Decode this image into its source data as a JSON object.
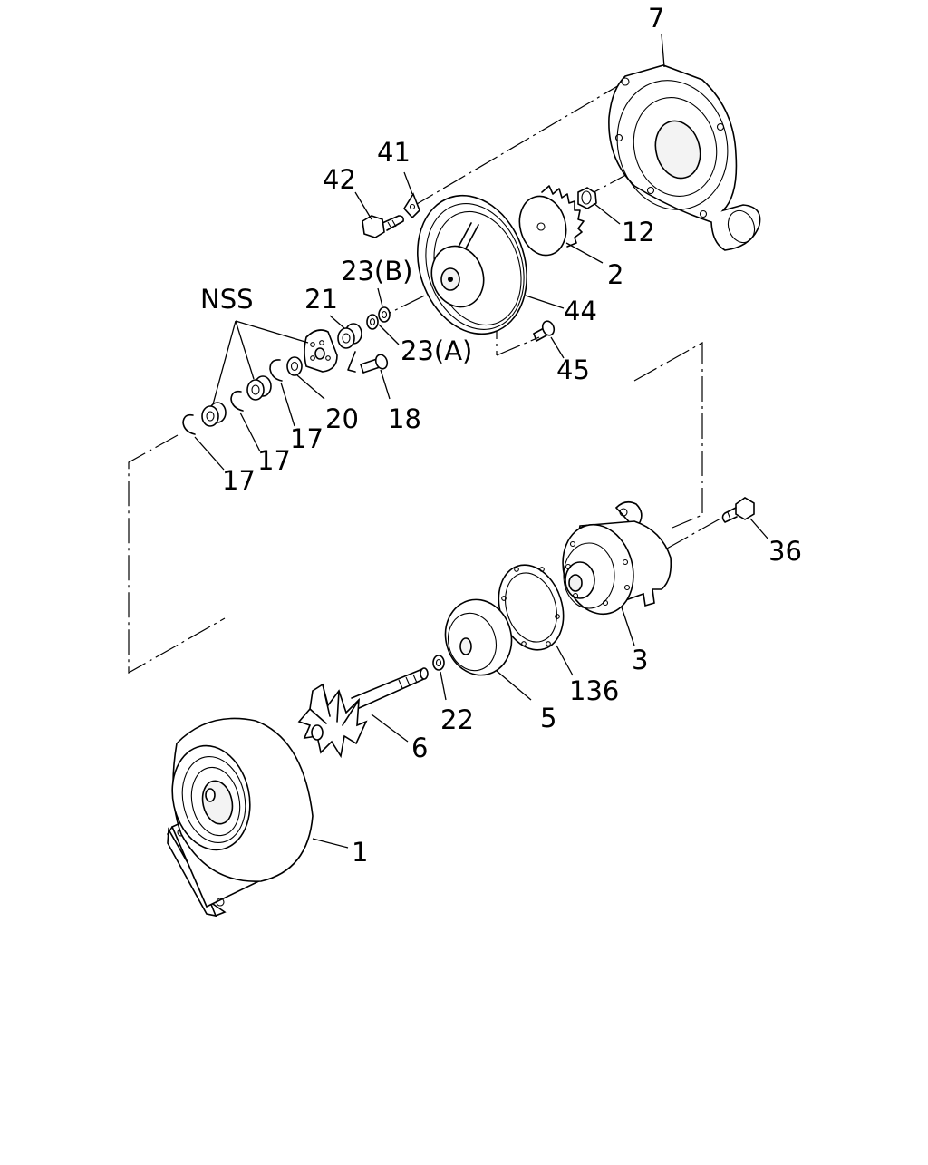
{
  "diagram": {
    "callouts": {
      "c7": "7",
      "c41": "41",
      "c42": "42",
      "c12": "12",
      "c2": "2",
      "c23b": "23(B)",
      "c21": "21",
      "cNSS": "NSS",
      "c44": "44",
      "c23a": "23(A)",
      "c45": "45",
      "c20": "20",
      "c18": "18",
      "c17a": "17",
      "c17b": "17",
      "c17c": "17",
      "c36": "36",
      "c3": "3",
      "c136": "136",
      "c22": "22",
      "c5": "5",
      "c6": "6",
      "c1": "1"
    }
  }
}
